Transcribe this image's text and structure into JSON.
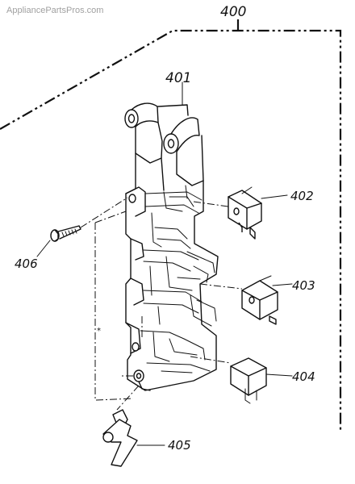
{
  "watermark": "AppliancePartsPros.com",
  "labels": {
    "assembly": "400",
    "frame": "401",
    "switch_upper": "402",
    "switch_middle": "403",
    "switch_lower": "404",
    "lever": "405",
    "screw": "406"
  }
}
